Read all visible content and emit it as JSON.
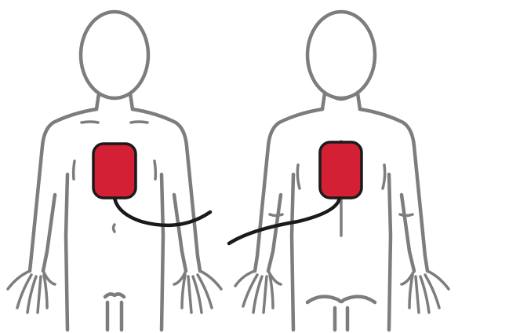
{
  "diagram": {
    "figures": [
      {
        "name": "front-view",
        "pad_placement": "chest"
      },
      {
        "name": "back-view",
        "pad_placement": "upper-back"
      }
    ],
    "colors": {
      "background": "#ffffff",
      "body_outline": "#7d7d7d",
      "pad_fill": "#d42035",
      "pad_border": "#1a1a1a",
      "cable": "#1a1a1a"
    }
  }
}
